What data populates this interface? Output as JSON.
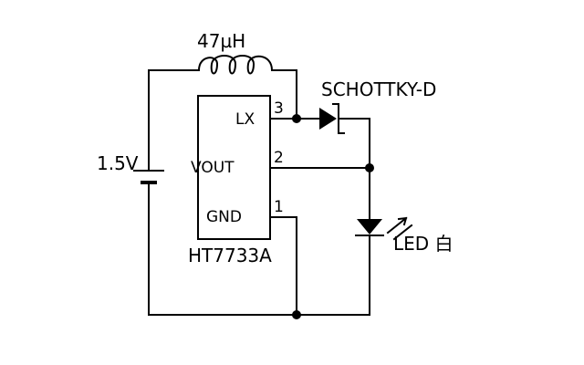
{
  "components": {
    "inductor": {
      "label": "47µH"
    },
    "battery": {
      "label": "1.5V"
    },
    "ic": {
      "name": "HT7733A",
      "pins": [
        {
          "number": "3",
          "name": "LX"
        },
        {
          "number": "2",
          "name": "VOUT"
        },
        {
          "number": "1",
          "name": "GND"
        }
      ]
    },
    "diode": {
      "label": "SCHOTTKY-D"
    },
    "led": {
      "label": "LED 白"
    }
  }
}
